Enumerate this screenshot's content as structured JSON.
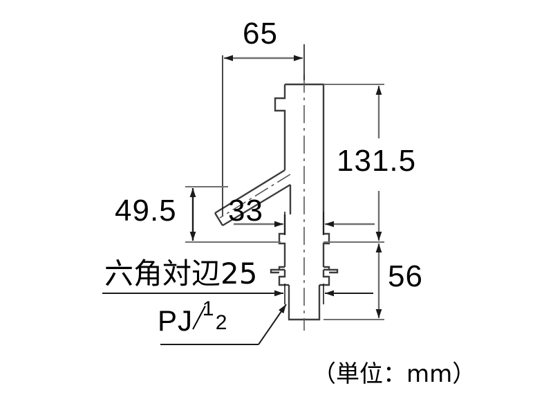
{
  "drawing": {
    "title_note": "（単位：mm）",
    "dimensions": {
      "overall_width_top": "65",
      "overall_height_right": "131.5",
      "spout_height_left": "49.5",
      "body_width": "33",
      "lower_height": "56"
    },
    "labels": {
      "hex_across_flats": "六角対辺25",
      "thread_spec_prefix": "PJ",
      "thread_fraction_numerator": "1",
      "thread_fraction_denominator": "2"
    },
    "colors": {
      "background": "#ffffff",
      "outline": "#3c3c3c",
      "dimension_line": "#6e6e6e",
      "text": "#000000",
      "centerline": "#555555"
    }
  }
}
